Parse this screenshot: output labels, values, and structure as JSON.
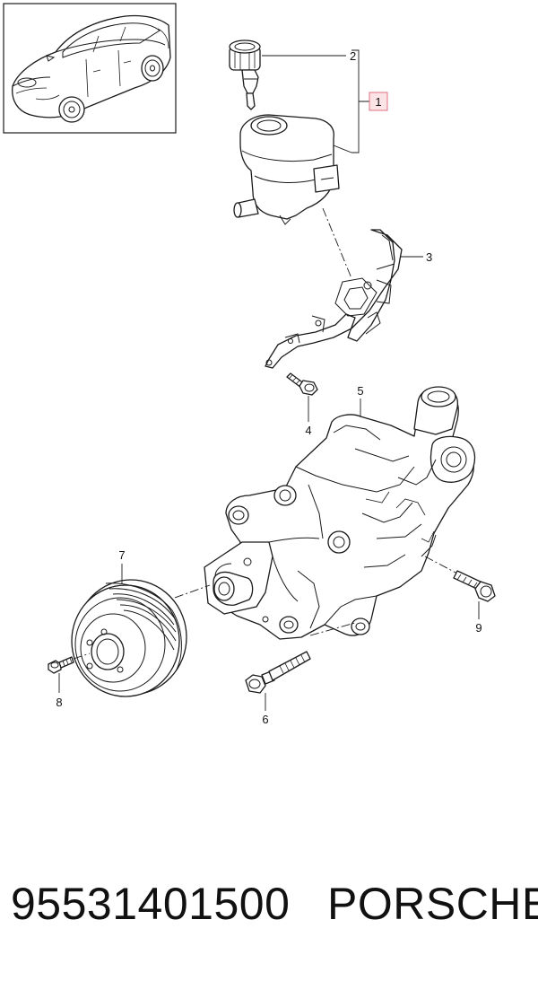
{
  "callouts": {
    "c1": "1",
    "c2": "2",
    "c3": "3",
    "c4": "4",
    "c5": "5",
    "c6": "6",
    "c7": "7",
    "c8": "8",
    "c9": "9"
  },
  "footer": {
    "part_number": "95531401500",
    "brand": "PORSCHE"
  },
  "colors": {
    "highlight_box": "#e07080",
    "highlight_fill": "#fbe3e6",
    "line": "#1a1a1a"
  }
}
